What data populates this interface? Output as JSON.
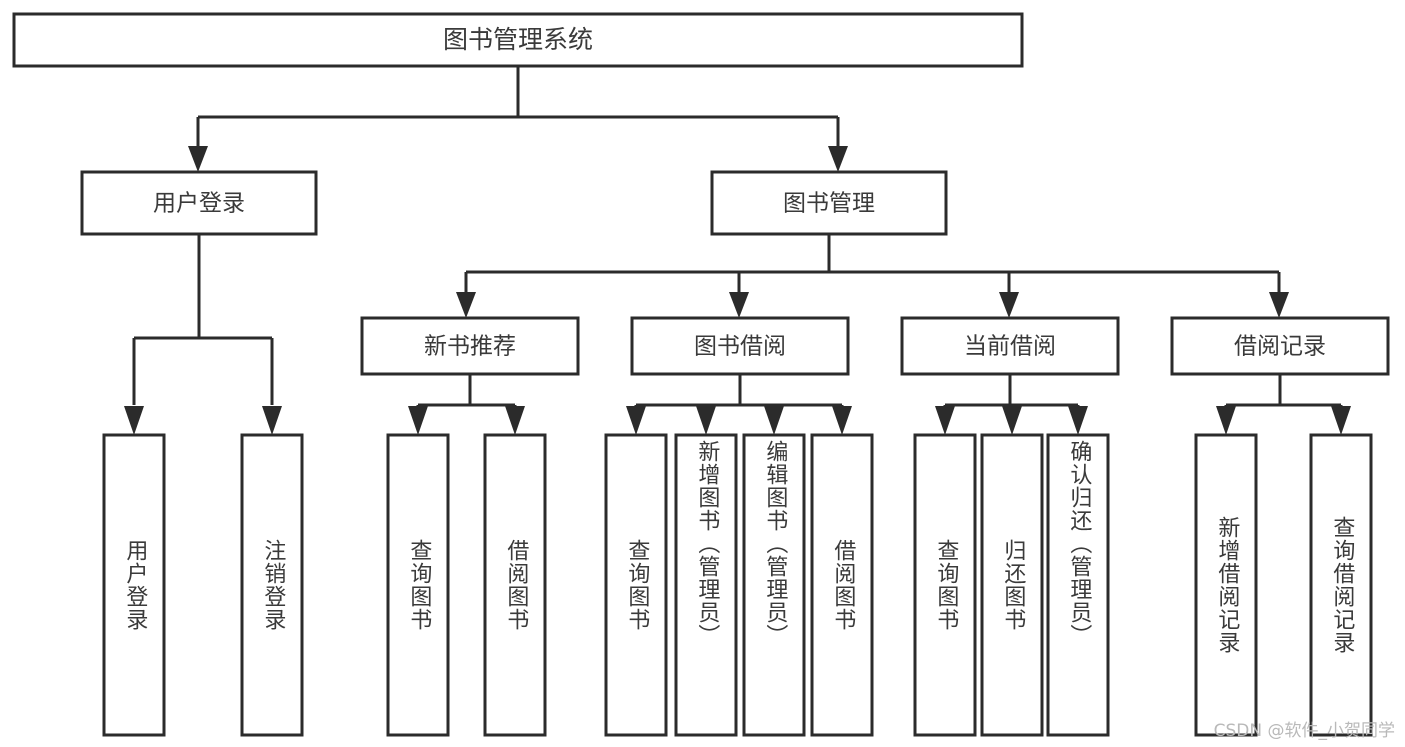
{
  "diagram": {
    "type": "tree",
    "title": "图书管理系统",
    "background_color": "#ffffff",
    "line_color": "#2b2b2b",
    "text_color": "#3a3a3a",
    "root": {
      "label": "图书管理系统"
    },
    "level2": [
      {
        "label": "用户登录"
      },
      {
        "label": "图书管理"
      }
    ],
    "level3": [
      {
        "label": "新书推荐"
      },
      {
        "label": "图书借阅"
      },
      {
        "label": "当前借阅"
      },
      {
        "label": "借阅记录"
      }
    ],
    "leaves": {
      "user_login": [
        {
          "label": "用户登录"
        },
        {
          "label": "注销登录"
        }
      ],
      "new_book": [
        {
          "label": "查询图书"
        },
        {
          "label": "借阅图书"
        }
      ],
      "book_borrow": [
        {
          "label": "查询图书"
        },
        {
          "label": "新增图书（管理员）"
        },
        {
          "label": "编辑图书（管理员）"
        },
        {
          "label": "借阅图书"
        }
      ],
      "current_borrow": [
        {
          "label": "查询图书"
        },
        {
          "label": "归还图书"
        },
        {
          "label": "确认归还（管理员）"
        }
      ],
      "borrow_record": [
        {
          "label": "新增借阅记录"
        },
        {
          "label": "查询借阅记录"
        }
      ]
    }
  },
  "watermark": {
    "text": "CSDN @软件_小贺同学"
  }
}
